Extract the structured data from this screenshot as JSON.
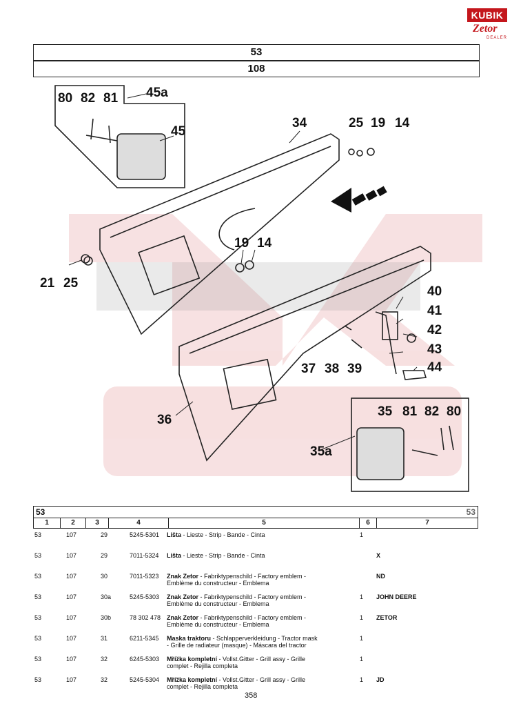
{
  "logo": {
    "brand": "KUBIK",
    "sub": "Zetor",
    "dealer": "DEALER"
  },
  "header": {
    "group": "53",
    "section": "108"
  },
  "diagram_labels": {
    "l80a": "80",
    "l82a": "82",
    "l81a": "81",
    "l45a": "45a",
    "l45": "45",
    "l34": "34",
    "l25a": "25",
    "l19a": "19",
    "l14a": "14",
    "l19b": "19",
    "l14b": "14",
    "l21": "21",
    "l25b": "25",
    "l40": "40",
    "l41": "41",
    "l42": "42",
    "l43": "43",
    "l44": "44",
    "l37": "37",
    "l38": "38",
    "l39": "39",
    "l36": "36",
    "l35": "35",
    "l81b": "81",
    "l82b": "82",
    "l80b": "80",
    "l35a": "35a"
  },
  "table": {
    "group_left": "53",
    "group_right": "53",
    "columns": [
      "1",
      "2",
      "3",
      "4",
      "5",
      "6",
      "7"
    ],
    "rows": [
      {
        "c1": "53",
        "c2": "107",
        "c3": "29",
        "c4": "5245-5301",
        "name": "Lišta",
        "desc": " - Lieste - Strip - Bande - Cinta",
        "desc2": "",
        "qty": "1",
        "note": ""
      },
      {
        "c1": "53",
        "c2": "107",
        "c3": "29",
        "c4": "7011-5324",
        "name": "Lišta",
        "desc": " - Lieste - Strip - Bande - Cinta",
        "desc2": "",
        "qty": "",
        "note": "X"
      },
      {
        "c1": "53",
        "c2": "107",
        "c3": "30",
        "c4": "7011-5323",
        "name": "Znak Zetor",
        "desc": " - Fabriktypenschild - Factory emblem -",
        "desc2": "Emblème du constructeur - Emblema",
        "qty": "",
        "note": "ND"
      },
      {
        "c1": "53",
        "c2": "107",
        "c3": "30a",
        "c4": "5245-5303",
        "name": "Znak Zetor",
        "desc": " - Fabriktypenschild - Factory emblem -",
        "desc2": "Emblème du constructeur - Emblema",
        "qty": "1",
        "note": "JOHN DEERE"
      },
      {
        "c1": "53",
        "c2": "107",
        "c3": "30b",
        "c4": "78 302 478",
        "name": "Znak Zetor",
        "desc": " - Fabriktypenschild - Factory emblem -",
        "desc2": "Emblème du constructeur - Emblema",
        "qty": "1",
        "note": "ZETOR"
      },
      {
        "c1": "53",
        "c2": "107",
        "c3": "31",
        "c4": "6211-5345",
        "name": "Maska traktoru",
        "desc": " - Schlapperverkleidung - Tractor mask",
        "desc2": "- Grille de radiateur (masque) - Máscara del tractor",
        "qty": "1",
        "note": ""
      },
      {
        "c1": "53",
        "c2": "107",
        "c3": "32",
        "c4": "6245-5303",
        "name": "Mřížka kompletní",
        "desc": " - Vollst.Gitter - Grill assy - Grille",
        "desc2": "complet - Rejilla completa",
        "qty": "1",
        "note": ""
      },
      {
        "c1": "53",
        "c2": "107",
        "c3": "32",
        "c4": "5245-5304",
        "name": "Mřížka kompletní",
        "desc": " - Vollst.Gitter - Grill assy - Grille",
        "desc2": "complet - Rejilla completa",
        "qty": "1",
        "note": "JD"
      }
    ]
  },
  "page_number": "358"
}
